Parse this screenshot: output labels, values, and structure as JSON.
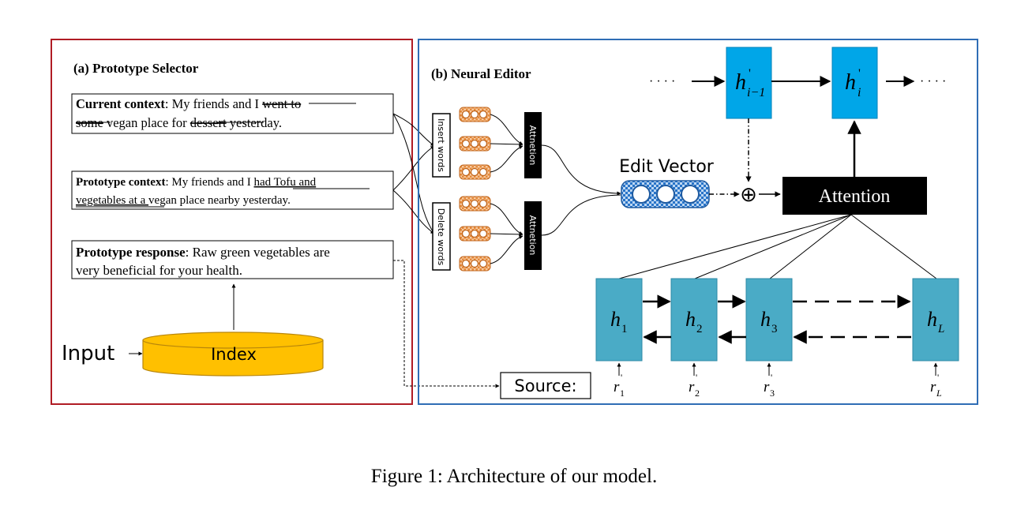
{
  "panel_a": {
    "title": "(a) Prototype Selector",
    "current_context": {
      "label": "Current context",
      "line1_plain": ": My friends and I ",
      "line1_struck": "went to",
      "line2_struck_a": "some",
      "line2_mid": " vegan place for ",
      "line2_struck_b": "dessert",
      "line2_end": " yesterday."
    },
    "prototype_context": {
      "label": "Prototype context",
      "line1_plain": ": My friends and I ",
      "line1_underlined": "had Tofu and",
      "line2_underlined": "vegetables at a ",
      "line2_end": "vegan place nearby yesterday."
    },
    "prototype_response": {
      "label": "Prototype response",
      "line1_text": ": Raw green vegetables are",
      "line2_text": "very beneficial for your health."
    },
    "input_label": "Input",
    "index_label": "Index"
  },
  "panel_b": {
    "title": "(b) Neural Editor",
    "insert_words": "Insert words",
    "delete_words": "Delete words",
    "attention_small": "Attnetion",
    "edit_vector": "Edit Vector",
    "attention_big": "Attention",
    "source_label": "Source:",
    "plus": "⊕",
    "dots": "· · · ·",
    "hidden_top": [
      {
        "base": "h",
        "sup": "'",
        "sub": "i−1"
      },
      {
        "base": "h",
        "sup": "'",
        "sub": "i"
      }
    ],
    "encoder": [
      {
        "base": "h",
        "sub": "1",
        "r_sub": "1"
      },
      {
        "base": "h",
        "sub": "2",
        "r_sub": "2"
      },
      {
        "base": "h",
        "sub": "3",
        "r_sub": "3"
      },
      {
        "base": "h",
        "sub": "L",
        "r_sub": "L"
      }
    ],
    "r_base": "r",
    "r_sup": "'"
  },
  "caption": "Figure 1: Architecture of our model.",
  "colors": {
    "panel_a_border": "#b01c24",
    "panel_b_border": "#2f6db5",
    "index_fill": "#ffc000",
    "top_hidden_fill": "#00a6e8",
    "encoder_fill": "#4aabc6",
    "word_vec_fill": "#e58a3a",
    "edit_vec_fill": "#2874c8",
    "black": "#000000"
  }
}
